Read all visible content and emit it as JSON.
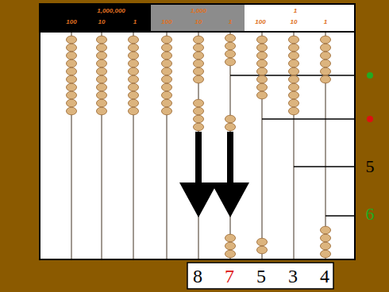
{
  "diagram": {
    "labels": [
      "1,000,000",
      "100",
      "10",
      "1",
      "1,000",
      "100",
      "10",
      "1",
      "1",
      "100",
      "10",
      "1",
      "5",
      "6",
      "8",
      "7",
      "5",
      "3",
      "4"
    ]
  }
}
